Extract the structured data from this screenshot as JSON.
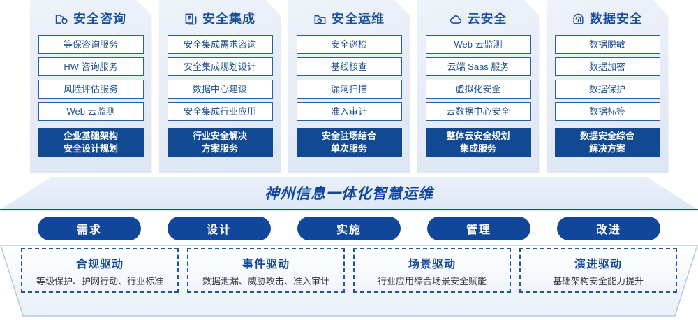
{
  "columns": [
    {
      "icon": "folder-shield-icon",
      "title": "安全咨询",
      "items": [
        "等保咨询服务",
        "HW 咨询服务",
        "风险评估服务",
        "Web 云监测"
      ],
      "highlight": [
        "企业基础架构",
        "安全设计规划"
      ]
    },
    {
      "icon": "document-copy-icon",
      "title": "安全集成",
      "items": [
        "安全集成需求咨询",
        "安全集成规划设计",
        "数据中心建设",
        "安全集成行业应用"
      ],
      "highlight": [
        "行业安全解决",
        "方案服务"
      ]
    },
    {
      "icon": "folder-chart-icon",
      "title": "安全运维",
      "items": [
        "安全巡检",
        "基线核查",
        "漏洞扫描",
        "准入审计"
      ],
      "highlight": [
        "安全驻场结合",
        "单次服务"
      ]
    },
    {
      "icon": "cloud-icon",
      "title": "云安全",
      "items": [
        "Web 云监测",
        "云端 Saas 服务",
        "虚拟化安全",
        "云数据中心安全"
      ],
      "highlight": [
        "整体云安全规划",
        "集成服务"
      ]
    },
    {
      "icon": "fingerprint-icon",
      "title": "数据安全",
      "items": [
        "数据脱敏",
        "数据加密",
        "数据保护",
        "数据标签"
      ],
      "highlight": [
        "数据安全综合",
        "解决方案"
      ]
    }
  ],
  "banner": {
    "text": "神州信息一体化智慧运维"
  },
  "stages": [
    {
      "label": "需求"
    },
    {
      "label": "设计"
    },
    {
      "label": "实施"
    },
    {
      "label": "管理"
    },
    {
      "label": "改进"
    }
  ],
  "drivers": [
    {
      "title": "合规驱动",
      "desc": "等级保护、护网行动、行业标准"
    },
    {
      "title": "事件驱动",
      "desc": "数据泄漏、威胁攻击、准入审计"
    },
    {
      "title": "场景驱动",
      "desc": "行业应用综合场景安全赋能"
    },
    {
      "title": "演进驱动",
      "desc": "基础架构安全能力提升"
    }
  ],
  "colors": {
    "primary": "#10479a",
    "accent": "#1a4f9c",
    "card_border": "#2a5fa8",
    "text": "#20528f"
  }
}
